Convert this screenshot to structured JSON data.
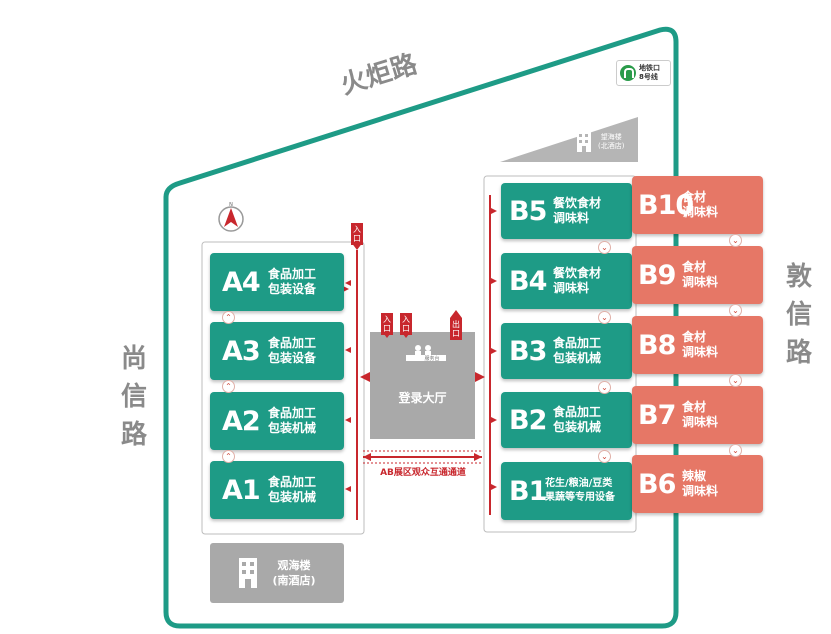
{
  "roads": {
    "north": "火炬路",
    "west": "尚信路",
    "east": "敦信路"
  },
  "metro": {
    "icon": "metro-icon",
    "line1": "地铁口",
    "line2": "8号线"
  },
  "buildings": {
    "north": {
      "name": "望海楼",
      "sub": "(北酒店)"
    },
    "south": {
      "name": "观海楼",
      "sub": "(南酒店)"
    }
  },
  "lobby": {
    "label": "登录大厅",
    "desk": "服务台"
  },
  "corridor": "AB展区观众互通通道",
  "entrance_label": "入口",
  "exit_label": "出口",
  "halls_a": [
    {
      "code": "A4",
      "line1": "食品加工",
      "line2": "包装设备"
    },
    {
      "code": "A3",
      "line1": "食品加工",
      "line2": "包装设备"
    },
    {
      "code": "A2",
      "line1": "食品加工",
      "line2": "包装机械"
    },
    {
      "code": "A1",
      "line1": "食品加工",
      "line2": "包装机械"
    }
  ],
  "halls_b": [
    {
      "code": "B5",
      "line1": "餐饮食材",
      "line2": "调味料"
    },
    {
      "code": "B4",
      "line1": "餐饮食材",
      "line2": "调味料"
    },
    {
      "code": "B3",
      "line1": "食品加工",
      "line2": "包装机械"
    },
    {
      "code": "B2",
      "line1": "食品加工",
      "line2": "包装机械"
    },
    {
      "code": "B1",
      "line1": "花生/粮油/豆类",
      "line2": "果蔬等专用设备"
    }
  ],
  "halls_b_east": [
    {
      "code": "B10",
      "line1": "食材",
      "line2": "调味料"
    },
    {
      "code": "B9",
      "line1": "食材",
      "line2": "调味料"
    },
    {
      "code": "B8",
      "line1": "食材",
      "line2": "调味料"
    },
    {
      "code": "B7",
      "line1": "食材",
      "line2": "调味料"
    },
    {
      "code": "B6",
      "line1": "辣椒",
      "line2": "调味料"
    }
  ],
  "colors": {
    "teal": "#1e9b86",
    "coral": "#e67766",
    "red": "#c8272d",
    "gray": "#a9a9a9",
    "boundary": "#1e9b86"
  }
}
